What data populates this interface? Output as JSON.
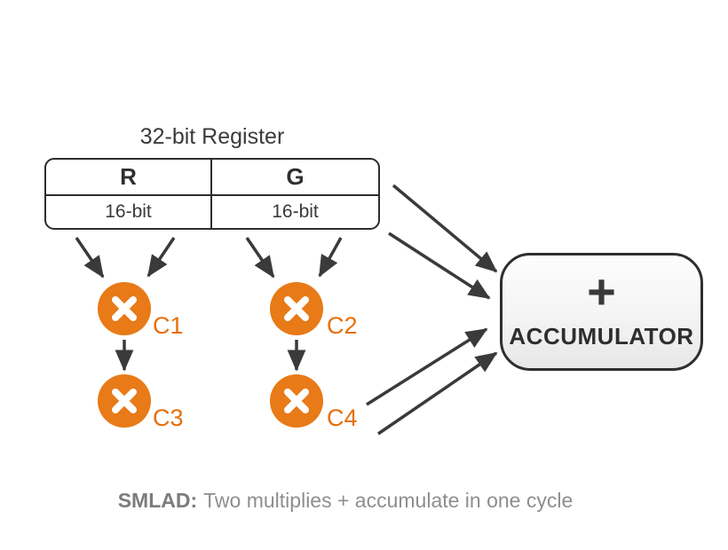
{
  "title": "32-bit Register",
  "register": {
    "cells": [
      {
        "name": "R",
        "size": "16-bit"
      },
      {
        "name": "G",
        "size": "16-bit"
      }
    ]
  },
  "multipliers": [
    {
      "label": "C1"
    },
    {
      "label": "C2"
    },
    {
      "label": "C3"
    },
    {
      "label": "C4"
    }
  ],
  "accumulator": {
    "symbol": "+",
    "label": "ACCUMULATOR"
  },
  "caption": {
    "term": "SMLAD:",
    "text": "Two multiplies + accumulate in one cycle"
  },
  "icons": {
    "multiply_symbol": "✕"
  },
  "colors": {
    "node_orange": "#e87a17",
    "label_orange": "#e66f0a",
    "line_dark": "#3a3a3a",
    "caption_gray": "#8e8e8e"
  }
}
